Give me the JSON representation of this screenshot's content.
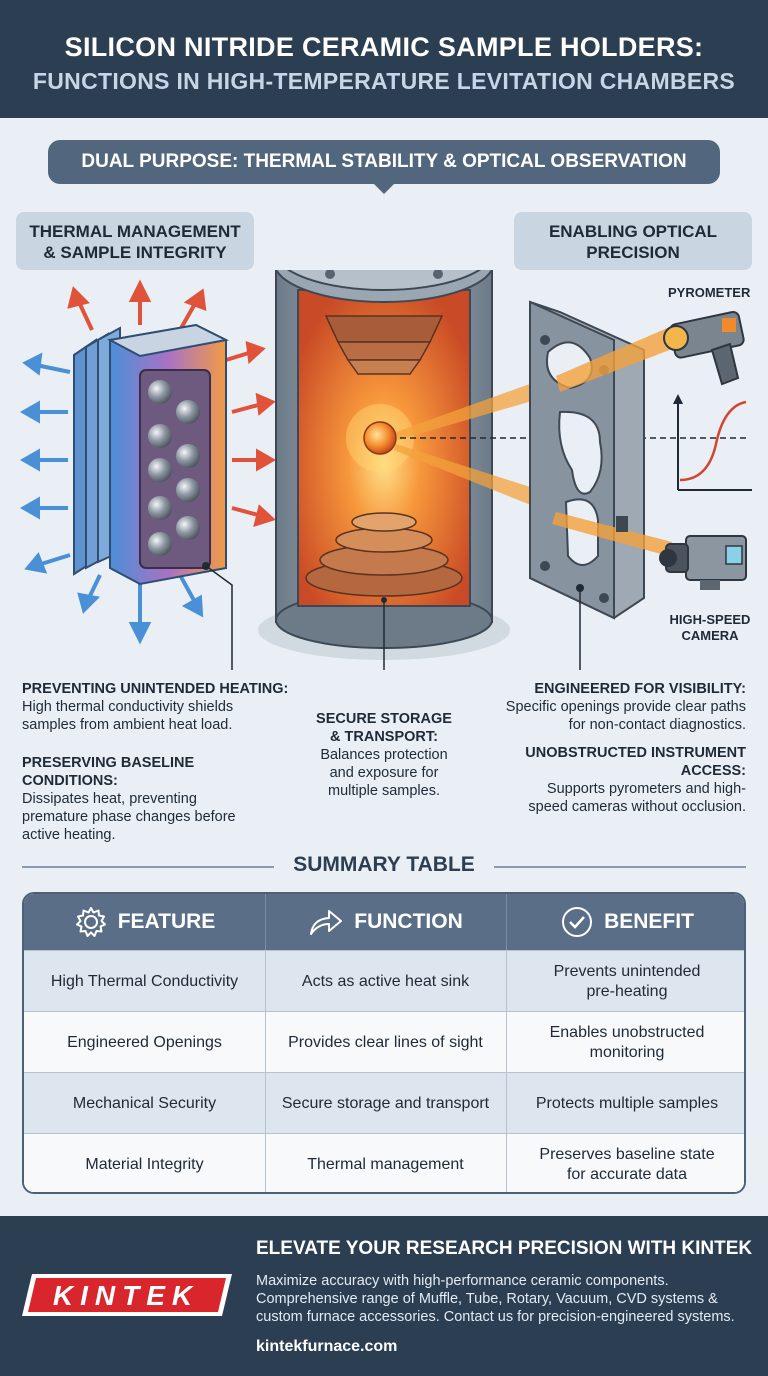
{
  "header": {
    "title_line1": "SILICON NITRIDE CERAMIC SAMPLE HOLDERS:",
    "title_line2": "FUNCTIONS IN HIGH-TEMPERATURE LEVITATION CHAMBERS"
  },
  "banner": "DUAL PURPOSE: THERMAL STABILITY & OPTICAL OBSERVATION",
  "left_section": {
    "label_line1": "THERMAL MANAGEMENT",
    "label_line2": "& SAMPLE INTEGRITY",
    "items": [
      {
        "heading": "PREVENTING UNINTENDED HEATING:",
        "lines": [
          "High thermal conductivity shields",
          "samples from ambient heat load."
        ]
      },
      {
        "heading": "PRESERVING BASELINE CONDITIONS:",
        "lines": [
          "Dissipates heat, preventing",
          "premature phase changes before",
          "active heating."
        ]
      }
    ]
  },
  "center_section": {
    "heading_line1": "SECURE STORAGE",
    "heading_line2": "& TRANSPORT:",
    "lines": [
      "Balances protection",
      "and exposure for",
      "multiple samples."
    ]
  },
  "right_section": {
    "label_line1": "ENABLING OPTICAL",
    "label_line2": "PRECISION",
    "pyrometer_label": "PYROMETER",
    "camera_label_line1": "HIGH-SPEED",
    "camera_label_line2": "CAMERA",
    "items": [
      {
        "heading": "ENGINEERED FOR VISIBILITY:",
        "lines": [
          "Specific openings provide clear paths",
          "for non-contact diagnostics."
        ]
      },
      {
        "heading_line1": "UNOBSTRUCTED INSTRUMENT",
        "heading_line2": "ACCESS:",
        "lines": [
          "Supports pyrometers and high-",
          "speed cameras without occlusion."
        ]
      }
    ]
  },
  "summary": {
    "title": "SUMMARY TABLE",
    "headers": [
      {
        "label": "FEATURE",
        "icon": "gear-icon"
      },
      {
        "label": "FUNCTION",
        "icon": "share-arrow-icon"
      },
      {
        "label": "BENEFIT",
        "icon": "check-circle-icon"
      }
    ],
    "rows": [
      {
        "feature": "High Thermal Conductivity",
        "function": "Acts as active heat sink",
        "benefit_line1": "Prevents unintended",
        "benefit_line2": "pre-heating"
      },
      {
        "feature": "Engineered Openings",
        "function": "Provides clear lines of sight",
        "benefit_line1": "Enables unobstructed",
        "benefit_line2": "monitoring"
      },
      {
        "feature": "Mechanical Security",
        "function": "Secure storage and transport",
        "benefit_line1": "Protects multiple samples",
        "benefit_line2": ""
      },
      {
        "feature": "Material Integrity",
        "function": "Thermal management",
        "benefit_line1": "Preserves baseline state",
        "benefit_line2": "for accurate data"
      }
    ]
  },
  "footer": {
    "logo_text": "KINTEK",
    "title": "ELEVATE YOUR RESEARCH PRECISION WITH KINTEK",
    "body_lines": [
      "Maximize accuracy with high-performance ceramic components.",
      "Comprehensive range of Muffle, Tube, Rotary, Vacuum, CVD systems &",
      "custom furnace accessories. Contact us for precision-engineered systems."
    ],
    "url": "kintekfurnace.com"
  },
  "colors": {
    "header_bg": "#2c3e52",
    "banner_bg": "#52677d",
    "hot_orange": "#f07a2a",
    "cool_blue": "#4a90d6",
    "heat_red": "#e0523a",
    "logo_red": "#d8262c"
  }
}
